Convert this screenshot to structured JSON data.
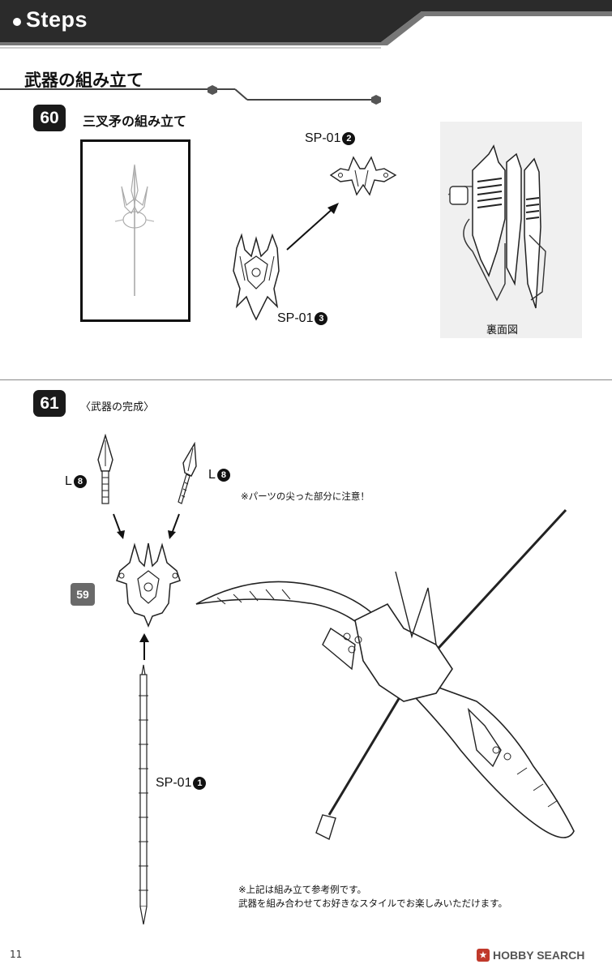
{
  "header": {
    "title": "Steps"
  },
  "section": {
    "title": "武器の組み立て"
  },
  "step60": {
    "number": "60",
    "title": "三叉矛の組み立て",
    "part_top": {
      "code": "SP-01",
      "num": "2"
    },
    "part_bottom": {
      "code": "SP-01",
      "num": "3"
    },
    "back_caption": "裏面図"
  },
  "step61": {
    "number": "61",
    "subtitle": "〈武器の完成〉",
    "part_left": {
      "code": "L",
      "num": "8"
    },
    "part_right": {
      "code": "L",
      "num": "8"
    },
    "caution": "※パーツの尖った部分に注意！",
    "ref_step": "59",
    "shaft": {
      "code": "SP-01",
      "num": "1"
    },
    "note_line1": "※上記は組み立て参考例です。",
    "note_line2": "武器を組み合わせてお好きなスタイルでお楽しみいただけます。"
  },
  "footer": {
    "page": "11",
    "watermark": "HOBBY SEARCH"
  },
  "colors": {
    "header_bg": "#2b2b2b",
    "accent": "#555555"
  }
}
